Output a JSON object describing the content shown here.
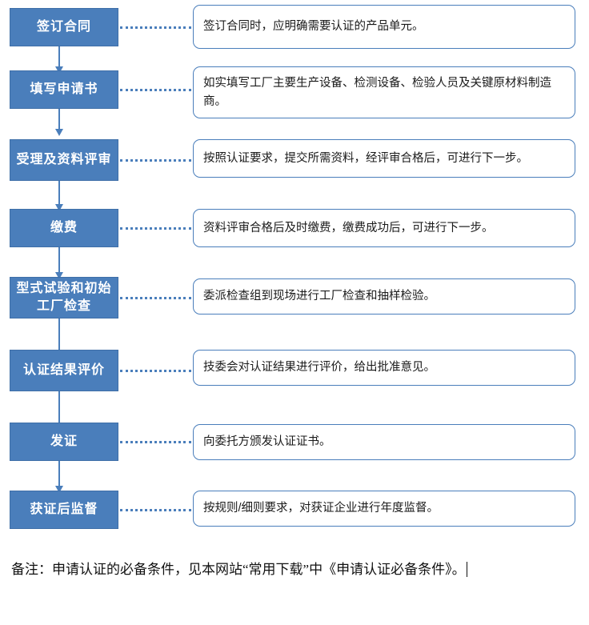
{
  "diagram": {
    "type": "flowchart",
    "title": "",
    "steps": [
      {
        "label": "签订合同",
        "note": "签订合同时，应明确需要认证的产品单元。"
      },
      {
        "label": "填写申请书",
        "note": "如实填写工厂主要生产设备、检测设备、检验人员及关键原材料制造商。"
      },
      {
        "label": "受理及资料评审",
        "note": "按照认证要求，提交所需资料，经评审合格后，可进行下一步。"
      },
      {
        "label": "缴费",
        "note": "资料评审合格后及时缴费，缴费成功后，可进行下一步。"
      },
      {
        "label": "型式试验和初始工厂检查",
        "note": "委派检查组到现场进行工厂检查和抽样检验。"
      },
      {
        "label": "认证结果评价",
        "note": "技委会对认证结果进行评价，给出批准意见。"
      },
      {
        "label": "发证",
        "note": "向委托方颁发认证证书。"
      },
      {
        "label": "获证后监督",
        "note": "按规则/细则要求，对获证企业进行年度监督。"
      }
    ],
    "footnote": "备注：申请认证的必备条件，见本网站“常用下载”中《申请认证必备条件》。",
    "colors": {
      "box_fill": "#4a7ebb",
      "box_text": "#ffffff",
      "note_border": "#4a7ebb",
      "connector": "#4a7ebb"
    }
  }
}
